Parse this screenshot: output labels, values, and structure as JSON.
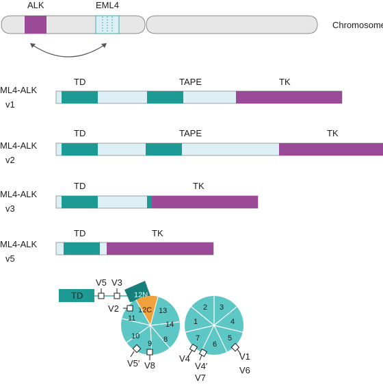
{
  "chromosome": {
    "label": "Chromosome",
    "alk_label": "ALK",
    "eml4_label": "EML4"
  },
  "colors": {
    "teal": "#1e9a95",
    "teal_dark": "#167f7a",
    "purple": "#9b4a98",
    "light_blue": "#dceff4",
    "wheel": "#5dc7c6",
    "orange": "#f0a13c",
    "chrom_gray": "#e7e7e7"
  },
  "variants": [
    {
      "name_line1": "ML4-ALK",
      "name_line2": "v1",
      "label_td": "TD",
      "label_tape": "TAPE",
      "label_tk": "TK"
    },
    {
      "name_line1": "ML4-ALK",
      "name_line2": "v2",
      "label_td": "TD",
      "label_tape": "TAPE",
      "label_tk": "TK"
    },
    {
      "name_line1": "ML4-ALK",
      "name_line2": "v3",
      "label_td": "TD",
      "label_tk": "TK"
    },
    {
      "name_line1": "ML4-ALK",
      "name_line2": "v5",
      "label_td": "TD",
      "label_tk": "TK"
    }
  ],
  "detail": {
    "td_label": "TD",
    "blade_12n": "12N",
    "blade_12c": "12C",
    "wheel1_numbers": [
      "13",
      "14",
      "8",
      "9",
      "10",
      "11"
    ],
    "wheel2_numbers": [
      "1",
      "2",
      "3",
      "4",
      "5",
      "6",
      "7"
    ],
    "breakpoints": {
      "v5": "V5",
      "v3": "V3",
      "v2": "V2",
      "v5p": "V5′",
      "v8": "V8",
      "v4": "V4",
      "v4p": "V4′",
      "v7": "V7",
      "v1": "V1",
      "v6": "V6"
    }
  }
}
